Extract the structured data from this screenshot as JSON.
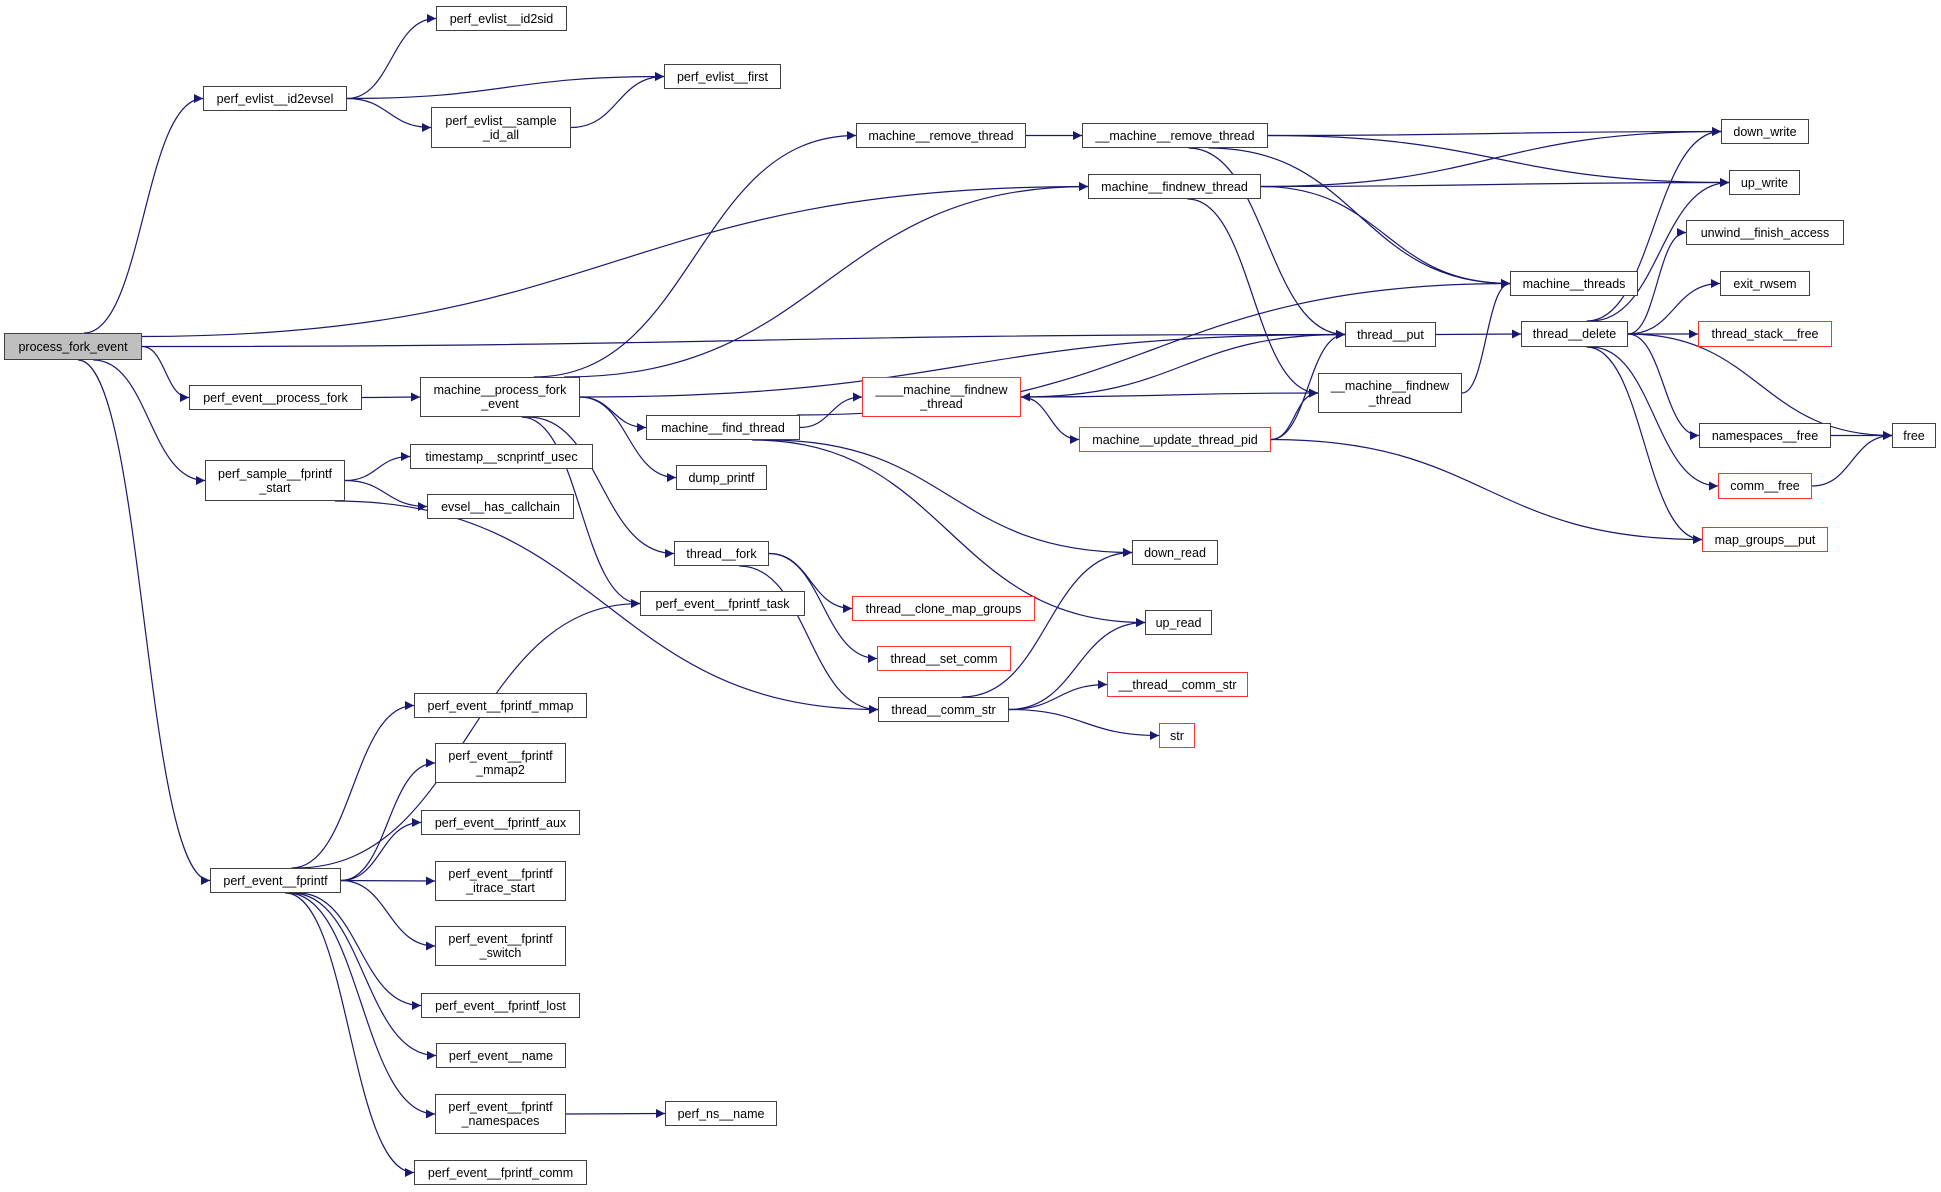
{
  "diagram": {
    "title": "call graph of process_fork_event",
    "colors": {
      "edge": "#191970",
      "root_fill": "#bfbfbf",
      "node_border": "#404040",
      "truncated_border": "#ff3030"
    },
    "nodes": [
      {
        "id": "process_fork_event",
        "label": "process_fork_event",
        "style": "root"
      },
      {
        "id": "perf_evlist__id2evsel",
        "label": "perf_evlist__id2evsel",
        "style": "normal"
      },
      {
        "id": "perf_evlist__id2sid",
        "label": "perf_evlist__id2sid",
        "style": "normal"
      },
      {
        "id": "perf_evlist__first",
        "label": "perf_evlist__first",
        "style": "normal"
      },
      {
        "id": "perf_evlist__sample_id_all",
        "label": "perf_evlist__sample\n_id_all",
        "style": "normal"
      },
      {
        "id": "perf_event__process_fork",
        "label": "perf_event__process_fork",
        "style": "normal"
      },
      {
        "id": "machine__process_fork_event",
        "label": "machine__process_fork\n_event",
        "style": "normal"
      },
      {
        "id": "perf_sample__fprintf_start",
        "label": "perf_sample__fprintf\n_start",
        "style": "normal"
      },
      {
        "id": "timestamp__scnprintf_usec",
        "label": "timestamp__scnprintf_usec",
        "style": "normal"
      },
      {
        "id": "evsel__has_callchain",
        "label": "evsel__has_callchain",
        "style": "normal"
      },
      {
        "id": "machine__remove_thread",
        "label": "machine__remove_thread",
        "style": "normal"
      },
      {
        "id": "__machine__remove_thread",
        "label": "__machine__remove_thread",
        "style": "normal"
      },
      {
        "id": "machine__findnew_thread",
        "label": "machine__findnew_thread",
        "style": "normal"
      },
      {
        "id": "machine__find_thread",
        "label": "machine__find_thread",
        "style": "normal"
      },
      {
        "id": "dump_printf",
        "label": "dump_printf",
        "style": "normal"
      },
      {
        "id": "____machine__findnew_thread",
        "label": "____machine__findnew\n_thread",
        "style": "truncated"
      },
      {
        "id": "machine__update_thread_pid",
        "label": "machine__update_thread_pid",
        "style": "truncated"
      },
      {
        "id": "__machine__findnew_thread",
        "label": "__machine__findnew\n_thread",
        "style": "normal"
      },
      {
        "id": "thread__put",
        "label": "thread__put",
        "style": "normal"
      },
      {
        "id": "thread__delete",
        "label": "thread__delete",
        "style": "normal"
      },
      {
        "id": "machine__threads",
        "label": "machine__threads",
        "style": "normal"
      },
      {
        "id": "down_write",
        "label": "down_write",
        "style": "normal"
      },
      {
        "id": "up_write",
        "label": "up_write",
        "style": "normal"
      },
      {
        "id": "unwind__finish_access",
        "label": "unwind__finish_access",
        "style": "normal"
      },
      {
        "id": "exit_rwsem",
        "label": "exit_rwsem",
        "style": "normal"
      },
      {
        "id": "thread_stack__free",
        "label": "thread_stack__free",
        "style": "truncated"
      },
      {
        "id": "namespaces__free",
        "label": "namespaces__free",
        "style": "normal"
      },
      {
        "id": "free",
        "label": "free",
        "style": "normal"
      },
      {
        "id": "comm__free",
        "label": "comm__free",
        "style": "truncated"
      },
      {
        "id": "map_groups__put",
        "label": "map_groups__put",
        "style": "truncated"
      },
      {
        "id": "thread__fork",
        "label": "thread__fork",
        "style": "normal"
      },
      {
        "id": "perf_event__fprintf_task",
        "label": "perf_event__fprintf_task",
        "style": "normal"
      },
      {
        "id": "thread__clone_map_groups",
        "label": "thread__clone_map_groups",
        "style": "truncated"
      },
      {
        "id": "thread__set_comm",
        "label": "thread__set_comm",
        "style": "truncated"
      },
      {
        "id": "thread__comm_str",
        "label": "thread__comm_str",
        "style": "normal"
      },
      {
        "id": "down_read",
        "label": "down_read",
        "style": "normal"
      },
      {
        "id": "up_read",
        "label": "up_read",
        "style": "normal"
      },
      {
        "id": "__thread__comm_str",
        "label": "__thread__comm_str",
        "style": "truncated"
      },
      {
        "id": "str",
        "label": "str",
        "style": "truncated"
      },
      {
        "id": "perf_event__fprintf",
        "label": "perf_event__fprintf",
        "style": "normal"
      },
      {
        "id": "perf_event__fprintf_mmap",
        "label": "perf_event__fprintf_mmap",
        "style": "normal"
      },
      {
        "id": "perf_event__fprintf_mmap2",
        "label": "perf_event__fprintf\n_mmap2",
        "style": "normal"
      },
      {
        "id": "perf_event__fprintf_aux",
        "label": "perf_event__fprintf_aux",
        "style": "normal"
      },
      {
        "id": "perf_event__fprintf_itrace_start",
        "label": "perf_event__fprintf\n_itrace_start",
        "style": "normal"
      },
      {
        "id": "perf_event__fprintf_switch",
        "label": "perf_event__fprintf\n_switch",
        "style": "normal"
      },
      {
        "id": "perf_event__fprintf_lost",
        "label": "perf_event__fprintf_lost",
        "style": "normal"
      },
      {
        "id": "perf_event__name",
        "label": "perf_event__name",
        "style": "normal"
      },
      {
        "id": "perf_event__fprintf_namespaces",
        "label": "perf_event__fprintf\n_namespaces",
        "style": "normal"
      },
      {
        "id": "perf_ns__name",
        "label": "perf_ns__name",
        "style": "normal"
      },
      {
        "id": "perf_event__fprintf_comm",
        "label": "perf_event__fprintf_comm",
        "style": "normal"
      }
    ],
    "edges": [
      [
        "process_fork_event",
        "perf_evlist__id2evsel"
      ],
      [
        "process_fork_event",
        "machine__findnew_thread"
      ],
      [
        "process_fork_event",
        "thread__put"
      ],
      [
        "process_fork_event",
        "perf_event__process_fork"
      ],
      [
        "process_fork_event",
        "perf_sample__fprintf_start"
      ],
      [
        "process_fork_event",
        "perf_event__fprintf"
      ],
      [
        "perf_evlist__id2evsel",
        "perf_evlist__id2sid"
      ],
      [
        "perf_evlist__id2evsel",
        "perf_evlist__first"
      ],
      [
        "perf_evlist__id2evsel",
        "perf_evlist__sample_id_all"
      ],
      [
        "perf_evlist__sample_id_all",
        "perf_evlist__first"
      ],
      [
        "perf_event__process_fork",
        "machine__process_fork_event"
      ],
      [
        "machine__process_fork_event",
        "machine__remove_thread"
      ],
      [
        "machine__process_fork_event",
        "machine__findnew_thread"
      ],
      [
        "machine__process_fork_event",
        "thread__put"
      ],
      [
        "machine__process_fork_event",
        "machine__find_thread"
      ],
      [
        "machine__process_fork_event",
        "dump_printf"
      ],
      [
        "machine__process_fork_event",
        "thread__fork"
      ],
      [
        "machine__process_fork_event",
        "perf_event__fprintf_task"
      ],
      [
        "machine__remove_thread",
        "__machine__remove_thread"
      ],
      [
        "__machine__remove_thread",
        "down_write"
      ],
      [
        "__machine__remove_thread",
        "up_write"
      ],
      [
        "__machine__remove_thread",
        "machine__threads"
      ],
      [
        "__machine__remove_thread",
        "thread__put"
      ],
      [
        "machine__findnew_thread",
        "down_write"
      ],
      [
        "machine__findnew_thread",
        "up_write"
      ],
      [
        "machine__findnew_thread",
        "machine__threads"
      ],
      [
        "machine__findnew_thread",
        "__machine__findnew_thread"
      ],
      [
        "machine__find_thread",
        "____machine__findnew_thread"
      ],
      [
        "machine__find_thread",
        "machine__threads"
      ],
      [
        "machine__find_thread",
        "down_read"
      ],
      [
        "machine__find_thread",
        "up_read"
      ],
      [
        "____machine__findnew_thread",
        "thread__put"
      ],
      [
        "____machine__findnew_thread",
        "machine__update_thread_pid"
      ],
      [
        "__machine__findnew_thread",
        "____machine__findnew_thread"
      ],
      [
        "__machine__findnew_thread",
        "machine__threads"
      ],
      [
        "machine__update_thread_pid",
        "thread__put"
      ],
      [
        "machine__update_thread_pid",
        "__machine__findnew_thread"
      ],
      [
        "machine__update_thread_pid",
        "map_groups__put"
      ],
      [
        "thread__put",
        "thread__delete"
      ],
      [
        "thread__delete",
        "down_write"
      ],
      [
        "thread__delete",
        "up_write"
      ],
      [
        "thread__delete",
        "unwind__finish_access"
      ],
      [
        "thread__delete",
        "exit_rwsem"
      ],
      [
        "thread__delete",
        "thread_stack__free"
      ],
      [
        "thread__delete",
        "namespaces__free"
      ],
      [
        "thread__delete",
        "free"
      ],
      [
        "thread__delete",
        "comm__free"
      ],
      [
        "thread__delete",
        "map_groups__put"
      ],
      [
        "namespaces__free",
        "free"
      ],
      [
        "comm__free",
        "free"
      ],
      [
        "perf_sample__fprintf_start",
        "timestamp__scnprintf_usec"
      ],
      [
        "perf_sample__fprintf_start",
        "evsel__has_callchain"
      ],
      [
        "perf_sample__fprintf_start",
        "thread__comm_str"
      ],
      [
        "thread__fork",
        "thread__clone_map_groups"
      ],
      [
        "thread__fork",
        "thread__set_comm"
      ],
      [
        "thread__fork",
        "thread__comm_str"
      ],
      [
        "thread__comm_str",
        "down_read"
      ],
      [
        "thread__comm_str",
        "up_read"
      ],
      [
        "thread__comm_str",
        "__thread__comm_str"
      ],
      [
        "thread__comm_str",
        "str"
      ],
      [
        "perf_event__fprintf",
        "perf_event__fprintf_task"
      ],
      [
        "perf_event__fprintf",
        "perf_event__fprintf_mmap"
      ],
      [
        "perf_event__fprintf",
        "perf_event__fprintf_mmap2"
      ],
      [
        "perf_event__fprintf",
        "perf_event__fprintf_aux"
      ],
      [
        "perf_event__fprintf",
        "perf_event__fprintf_itrace_start"
      ],
      [
        "perf_event__fprintf",
        "perf_event__fprintf_switch"
      ],
      [
        "perf_event__fprintf",
        "perf_event__fprintf_lost"
      ],
      [
        "perf_event__fprintf",
        "perf_event__name"
      ],
      [
        "perf_event__fprintf",
        "perf_event__fprintf_namespaces"
      ],
      [
        "perf_event__fprintf",
        "perf_event__fprintf_comm"
      ],
      [
        "perf_event__fprintf_namespaces",
        "perf_ns__name"
      ]
    ]
  }
}
